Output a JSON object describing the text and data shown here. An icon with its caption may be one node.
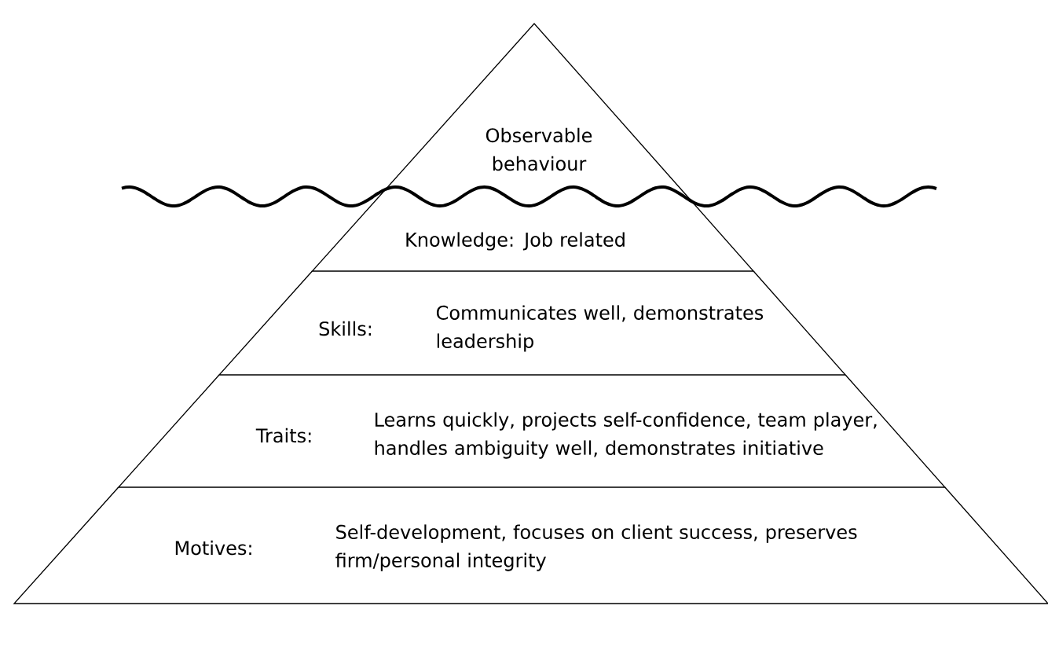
{
  "diagram": {
    "nodes": [
      {
        "text": [
          "Observable behaviour"
        ]
      },
      {
        "text": [
          "Knowledge: Job related"
        ]
      },
      {
        "text": [
          "Skills:",
          "Communicates well, demonstrates leadership"
        ]
      },
      {
        "text": [
          "Traits:",
          "Learns quickly, projects self-confidence, team player, handles ambiguity well, demonstrates initiative"
        ]
      },
      {
        "text": [
          "Motives:",
          "Self-development, focuses on client success, preserves firm/personal integrity"
        ]
      }
    ]
  }
}
